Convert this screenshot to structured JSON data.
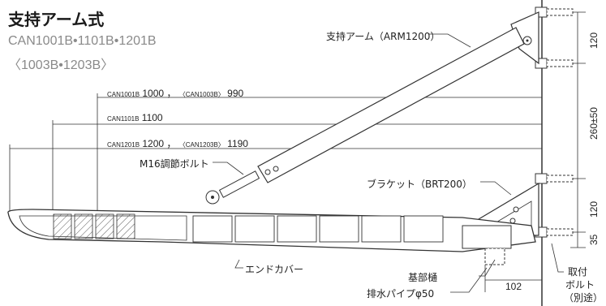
{
  "title": "支持アーム式",
  "models": {
    "line1": "CAN1001B•1101B•1201B",
    "line2": "〈1003B•1203B〉"
  },
  "callouts": {
    "arm": "支持アーム（ARM1200）",
    "bolt": "M16調節ボルト",
    "bracket": "ブラケット（BRT200）",
    "cover": "エンドカバー",
    "base": "基部樋",
    "drain": "排水パイプφ50",
    "anchor1": "取付",
    "anchor2": "ボルト",
    "anchor3": "（別途）"
  },
  "dims": {
    "d1000": {
      "model": "CAN1001B",
      "value": "1000",
      "sep": "，",
      "alt_model": "〈CAN1003B〉",
      "alt_value": "990"
    },
    "d1100": {
      "model": "CAN1101B",
      "value": "1100"
    },
    "d1200": {
      "model": "CAN1201B",
      "value": "1200",
      "sep": "，",
      "alt_model": "〈CAN1203B〉",
      "alt_value": "1190"
    },
    "v120_top": "120",
    "v260": "260±50",
    "v120_bot": "120",
    "v35": "35",
    "h102": "102"
  },
  "colors": {
    "line": "#333333",
    "hatch": "#555555",
    "grey_text": "#8a8a8a"
  }
}
